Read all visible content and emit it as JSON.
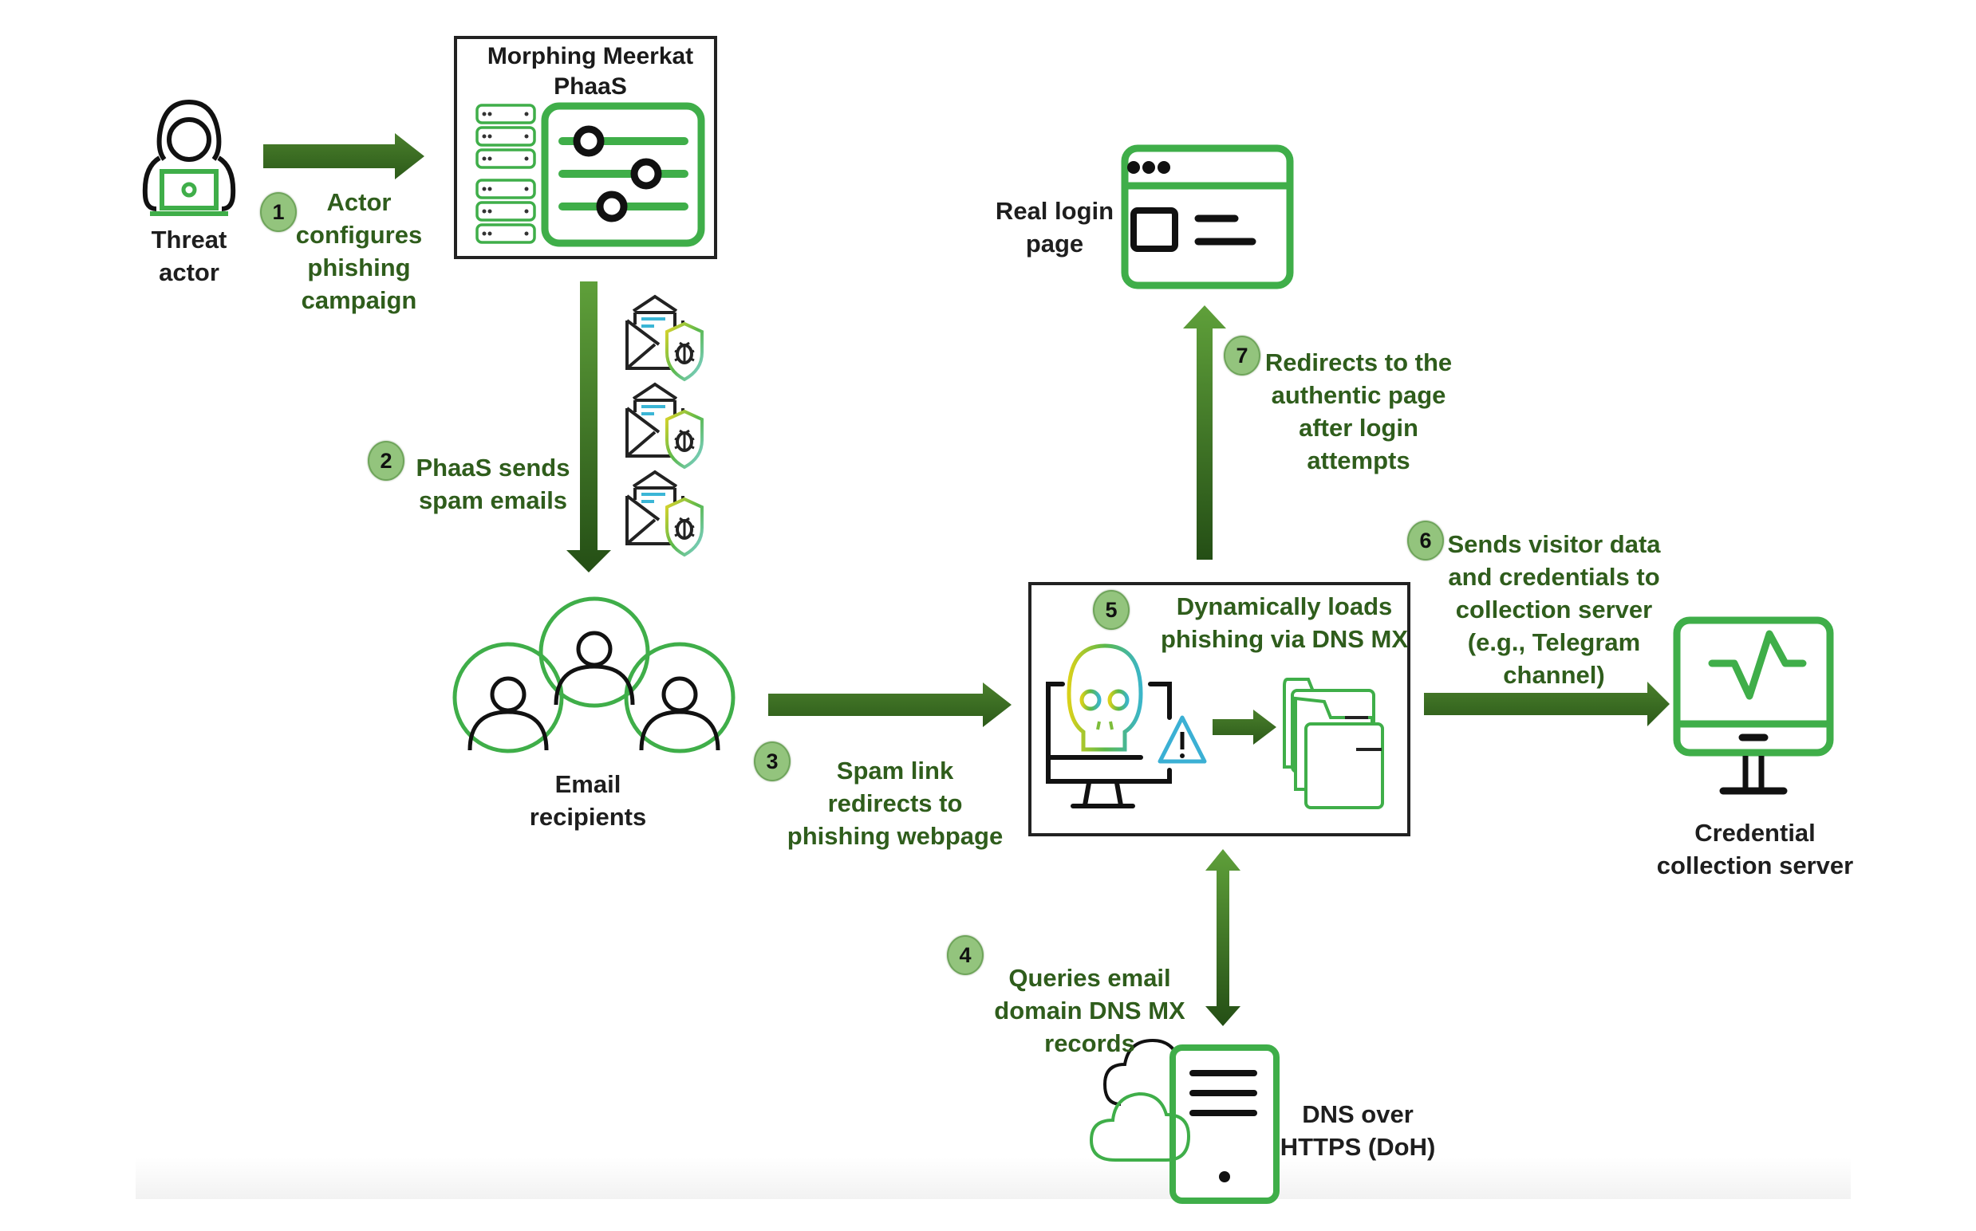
{
  "title": "Morphing Meerkat PhaaS attack flow",
  "colors": {
    "arrow_dark": "#2e5a1b",
    "arrow_light": "#5fa03a",
    "icon_green": "#3fae49",
    "badge_fill": "#93c47d",
    "label_green": "#2f5d1c",
    "text_dark": "#1e1e1e"
  },
  "nodes": {
    "threat_actor": {
      "icon": "hooded-hacker-laptop-icon",
      "label_lines": [
        "Threat",
        "actor"
      ]
    },
    "phaas": {
      "icon": "server-rack-and-sliders-icon",
      "title_lines": [
        "Morphing Meerkat",
        "PhaaS"
      ]
    },
    "spam_emails": {
      "icon": "envelope-bug-shield-icon",
      "count": 3
    },
    "email_recipients": {
      "icon": "user-group-icon",
      "label_lines": [
        "Email",
        "recipients"
      ]
    },
    "phishing_page": {
      "icons": [
        "monitor-skull-warning-icon",
        "stacked-folders-icon"
      ]
    },
    "real_login_page": {
      "icon": "browser-window-icon",
      "label_lines": [
        "Real login",
        "page"
      ]
    },
    "credential_server": {
      "icon": "monitor-pulse-icon",
      "label_lines": [
        "Credential",
        "collection server"
      ]
    },
    "doh": {
      "icon": "cloud-server-icon",
      "label_lines": [
        "DNS over",
        "HTTPS (DoH)"
      ]
    }
  },
  "steps": [
    {
      "number": "1",
      "lines": [
        "Actor",
        "configures",
        "phishing",
        "campaign"
      ]
    },
    {
      "number": "2",
      "lines": [
        "PhaaS sends",
        "spam emails"
      ]
    },
    {
      "number": "3",
      "lines": [
        "Spam link",
        "redirects to",
        "phishing webpage"
      ]
    },
    {
      "number": "4",
      "lines": [
        "Queries email",
        "domain DNS MX",
        "records"
      ]
    },
    {
      "number": "5",
      "lines": [
        "Dynamically loads",
        "phishing via DNS MX"
      ]
    },
    {
      "number": "6",
      "lines": [
        "Sends visitor data",
        "and credentials to",
        "collection server",
        "(e.g., Telegram",
        "channel)"
      ]
    },
    {
      "number": "7",
      "lines": [
        "Redirects to the",
        "authentic page",
        "after login",
        "attempts"
      ]
    }
  ]
}
